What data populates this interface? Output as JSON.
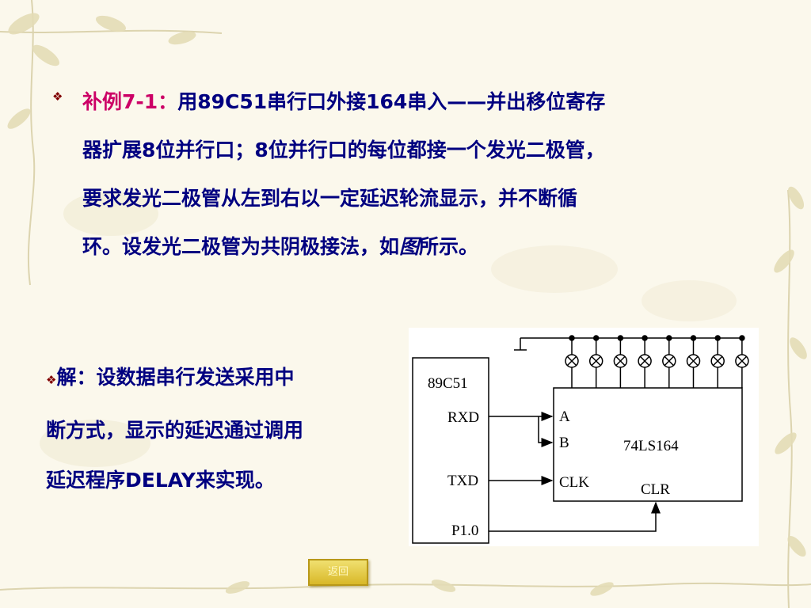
{
  "example": {
    "label": "补例7-1",
    "colon": "：",
    "lines": [
      "用89C51串行口外接164串入——并出移位寄存",
      "器扩展8位并行口；8位并行口的每位都接一个发光二极管，",
      "要求发光二极管从左到右以一定延迟轮流显示，并不断循"
    ],
    "line4_before": "环。设发光二极管为共阴极接法，如",
    "line4_italic": "图",
    "line4_after": "所示。"
  },
  "solution": {
    "lines": [
      "解：设数据串行发送采用中",
      "断方式，显示的延迟通过调用",
      "延迟程序DELAY来实现。"
    ]
  },
  "diagram": {
    "mcu": {
      "name": "89C51",
      "pins": [
        "RXD",
        "TXD",
        "P1.0"
      ]
    },
    "shift_register": {
      "name": "74LS164",
      "pins": [
        "A",
        "B",
        "CLK",
        "CLR"
      ]
    },
    "led_count": 8
  },
  "nav": {
    "back_label": "返回"
  },
  "colors": {
    "text": "#000080",
    "highlight": "#cc0066",
    "bullet": "#800000",
    "button": "#e0c040"
  }
}
